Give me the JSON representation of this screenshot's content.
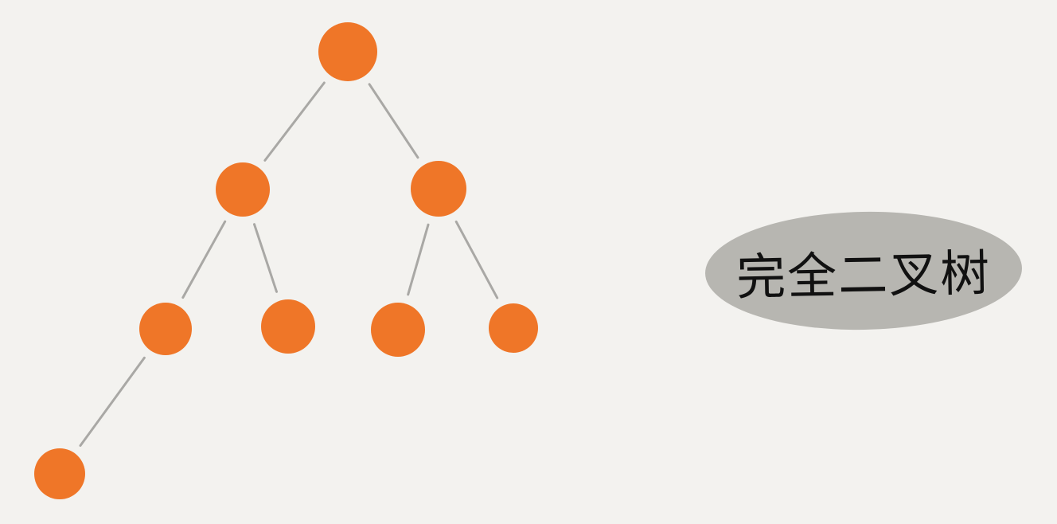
{
  "diagram": {
    "type": "binary-tree",
    "label": "完全二叉树",
    "colors": {
      "background": "#f3f2ef",
      "node": "#ef7628",
      "edge": "#a9a8a5",
      "label_bubble": "#b7b6b1",
      "label_text": "#111111"
    },
    "nodes": [
      {
        "id": "root",
        "parent": null
      },
      {
        "id": "l",
        "parent": "root"
      },
      {
        "id": "r",
        "parent": "root"
      },
      {
        "id": "ll",
        "parent": "l"
      },
      {
        "id": "lr",
        "parent": "l"
      },
      {
        "id": "rl",
        "parent": "r"
      },
      {
        "id": "rr",
        "parent": "r"
      },
      {
        "id": "lll",
        "parent": "ll"
      }
    ]
  }
}
